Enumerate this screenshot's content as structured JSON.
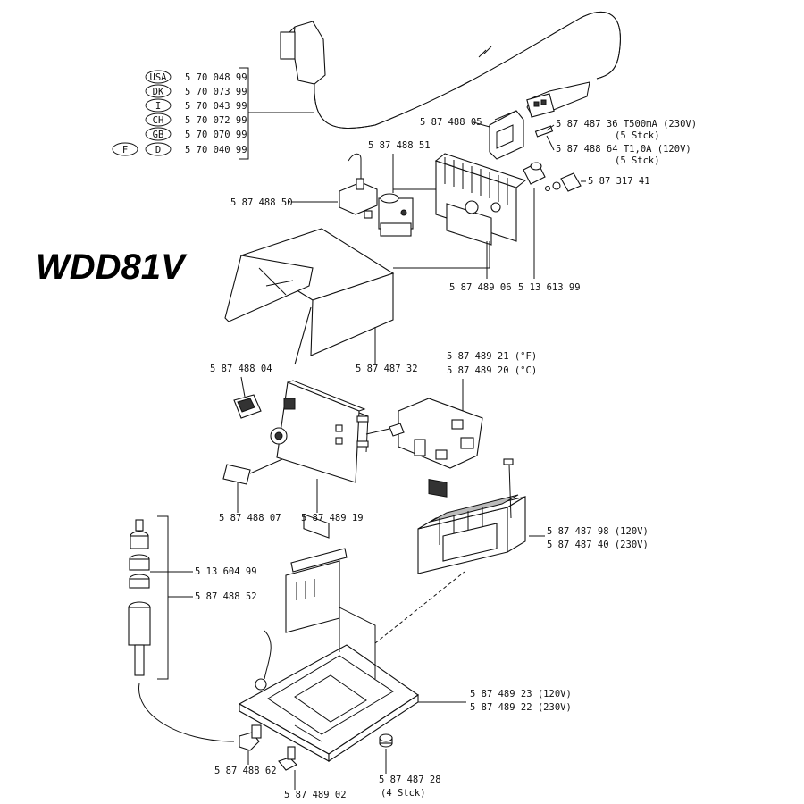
{
  "title": "WDD81V",
  "power_cords": [
    {
      "country": "USA",
      "part": "5 70 048 99"
    },
    {
      "country": "DK",
      "part": "5 70 073 99"
    },
    {
      "country": "I",
      "part": "5 70 043 99"
    },
    {
      "country": "CH",
      "part": "5 70 072 99"
    },
    {
      "country": "GB",
      "part": "5 70 070 99"
    },
    {
      "country": "D",
      "part": "5 70 040 99",
      "alt_country": "F"
    }
  ],
  "parts": {
    "socket": "5 87 488 05",
    "fuse_t500": "5 87 487 36  T500mA (230V)",
    "fuse_t500_qty": "(5 Stck)",
    "fuse_t1": "5 87 488 64  T1,0A (120V)",
    "fuse_t1_qty": "(5 Stck)",
    "fuse_holder_cap": "5 87 317 41",
    "valve": "5 87 488 51",
    "valve_block": "5 87 488 50",
    "heatsink_board": "5 87 489 06",
    "fuse_holder": "5 13 613 99",
    "cover": "5 87 487 32",
    "switch": "5 87 488 04",
    "display_board_f": "5 87 489 21  (°F)",
    "display_board_c": "5 87 489 20  (°C)",
    "window": "5 87 488 07",
    "front_panel": "5 87 489 19",
    "filter_set": "5 13 604 99",
    "filter_holder": "5 87 488 52",
    "transformer_120": "5 87 487 98  (120V)",
    "transformer_230": "5 87 487 40  (230V)",
    "base_120": "5 87 489 23  (120V)",
    "base_230": "5 87 489 22  (230V)",
    "elbow": "5 87 488 62",
    "connector": "5 87 489 02",
    "feet": "5 87 487 28",
    "feet_qty": "(4 Stck)"
  }
}
